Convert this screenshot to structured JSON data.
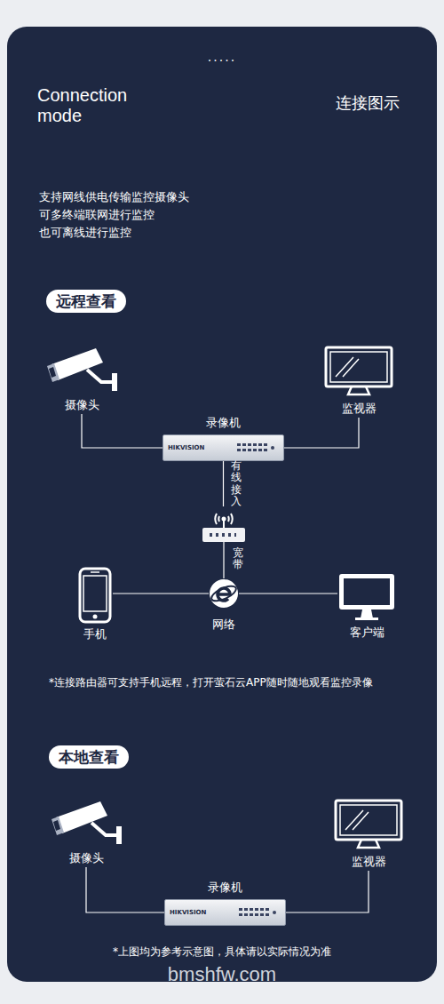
{
  "diagram": {
    "title": "Connection mode",
    "nodes": [
      {
        "text": [
          "远程查看"
        ]
      },
      {
        "text": [
          "摄像头"
        ]
      },
      {
        "text": [
          "录像机",
          "HIKVISION"
        ]
      },
      {
        "text": [
          "监视器"
        ]
      },
      {
        "text": [
          "宽带"
        ]
      },
      {
        "text": [
          "网络"
        ]
      },
      {
        "text": [
          "手机"
        ]
      },
      {
        "text": [
          "客户端"
        ]
      },
      {
        "text": [
          "本地查看"
        ]
      },
      {
        "text": [
          "摄像头"
        ]
      },
      {
        "text": [
          "录像机",
          "HIKVISION"
        ]
      },
      {
        "text": [
          "监视器"
        ]
      }
    ],
    "edges": [
      {
        "from": 1,
        "to": 2,
        "arrow": "none"
      },
      {
        "from": 3,
        "to": 2,
        "arrow": "none"
      },
      {
        "from": 2,
        "to": 4,
        "label": "有线接入",
        "arrow": "none"
      },
      {
        "from": 4,
        "to": 5,
        "arrow": "none"
      },
      {
        "from": 6,
        "to": 5,
        "arrow": "none"
      },
      {
        "from": 7,
        "to": 5,
        "arrow": "none"
      },
      {
        "from": 9,
        "to": 10,
        "arrow": "none"
      },
      {
        "from": 11,
        "to": 10,
        "arrow": "none"
      }
    ],
    "labels": [
      ".....",
      "连接图示",
      "支持网线供电传输监控摄像头",
      "可多终端联网进行监控",
      "也可离线进行监控",
      "*连接路由器可支持手机远程，打开萤石云APP随时随地观看监控录像",
      "*上图均为参考示意图，具体请以实际情况为准",
      "bmshfw.com"
    ]
  }
}
